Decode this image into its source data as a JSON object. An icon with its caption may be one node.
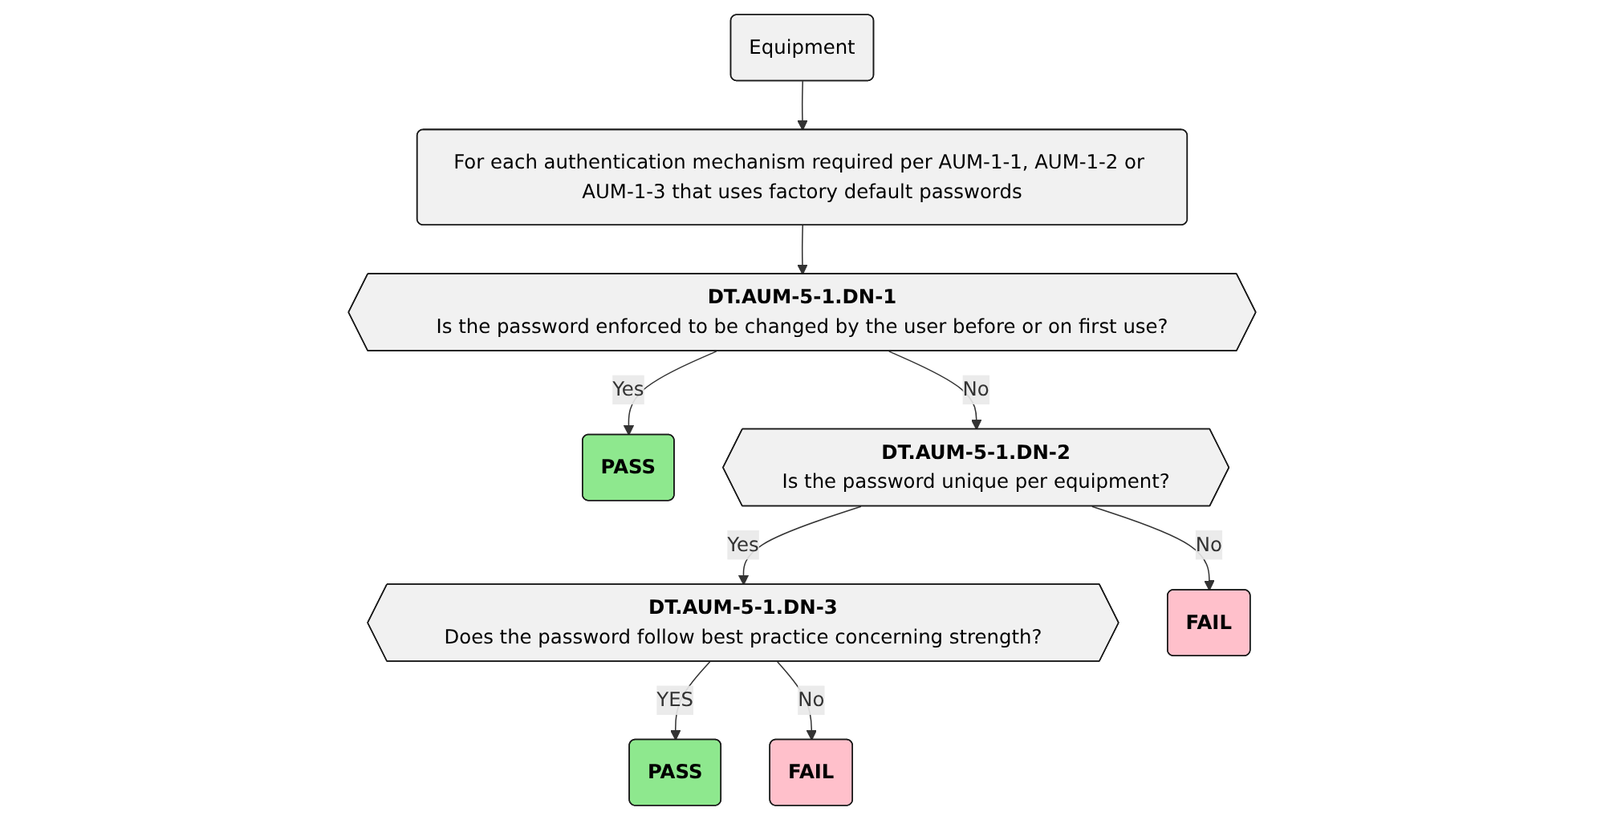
{
  "diagram": {
    "nodes": [
      {
        "text": [
          "Equipment"
        ]
      },
      {
        "text": [
          "For each authentication mechanism required per AUM-1-1, AUM-1-2 or AUM-1-3 that uses factory default passwords"
        ]
      },
      {
        "text": [
          "DT.AUM-5-1.DN-1",
          "Is the password enforced to be changed by the user before or on first use?"
        ]
      },
      {
        "text": [
          "PASS"
        ]
      },
      {
        "text": [
          "DT.AUM-5-1.DN-2",
          "Is the password unique per equipment?"
        ]
      },
      {
        "text": [
          "DT.AUM-5-1.DN-3",
          "Does the password follow best practice concerning strength?"
        ]
      },
      {
        "text": [
          "FAIL"
        ]
      },
      {
        "text": [
          "PASS"
        ]
      },
      {
        "text": [
          "FAIL"
        ]
      }
    ],
    "edges": [
      {
        "from": 0,
        "to": 1,
        "arrow": "to"
      },
      {
        "from": 1,
        "to": 2,
        "arrow": "to"
      },
      {
        "from": 2,
        "to": 3,
        "label": "Yes",
        "arrow": "to"
      },
      {
        "from": 2,
        "to": 4,
        "label": "No",
        "arrow": "to"
      },
      {
        "from": 4,
        "to": 5,
        "label": "Yes",
        "arrow": "to"
      },
      {
        "from": 4,
        "to": 6,
        "label": "No",
        "arrow": "to"
      },
      {
        "from": 5,
        "to": 7,
        "label": "YES",
        "arrow": "to"
      },
      {
        "from": 5,
        "to": 8,
        "label": "No",
        "arrow": "to"
      }
    ]
  }
}
